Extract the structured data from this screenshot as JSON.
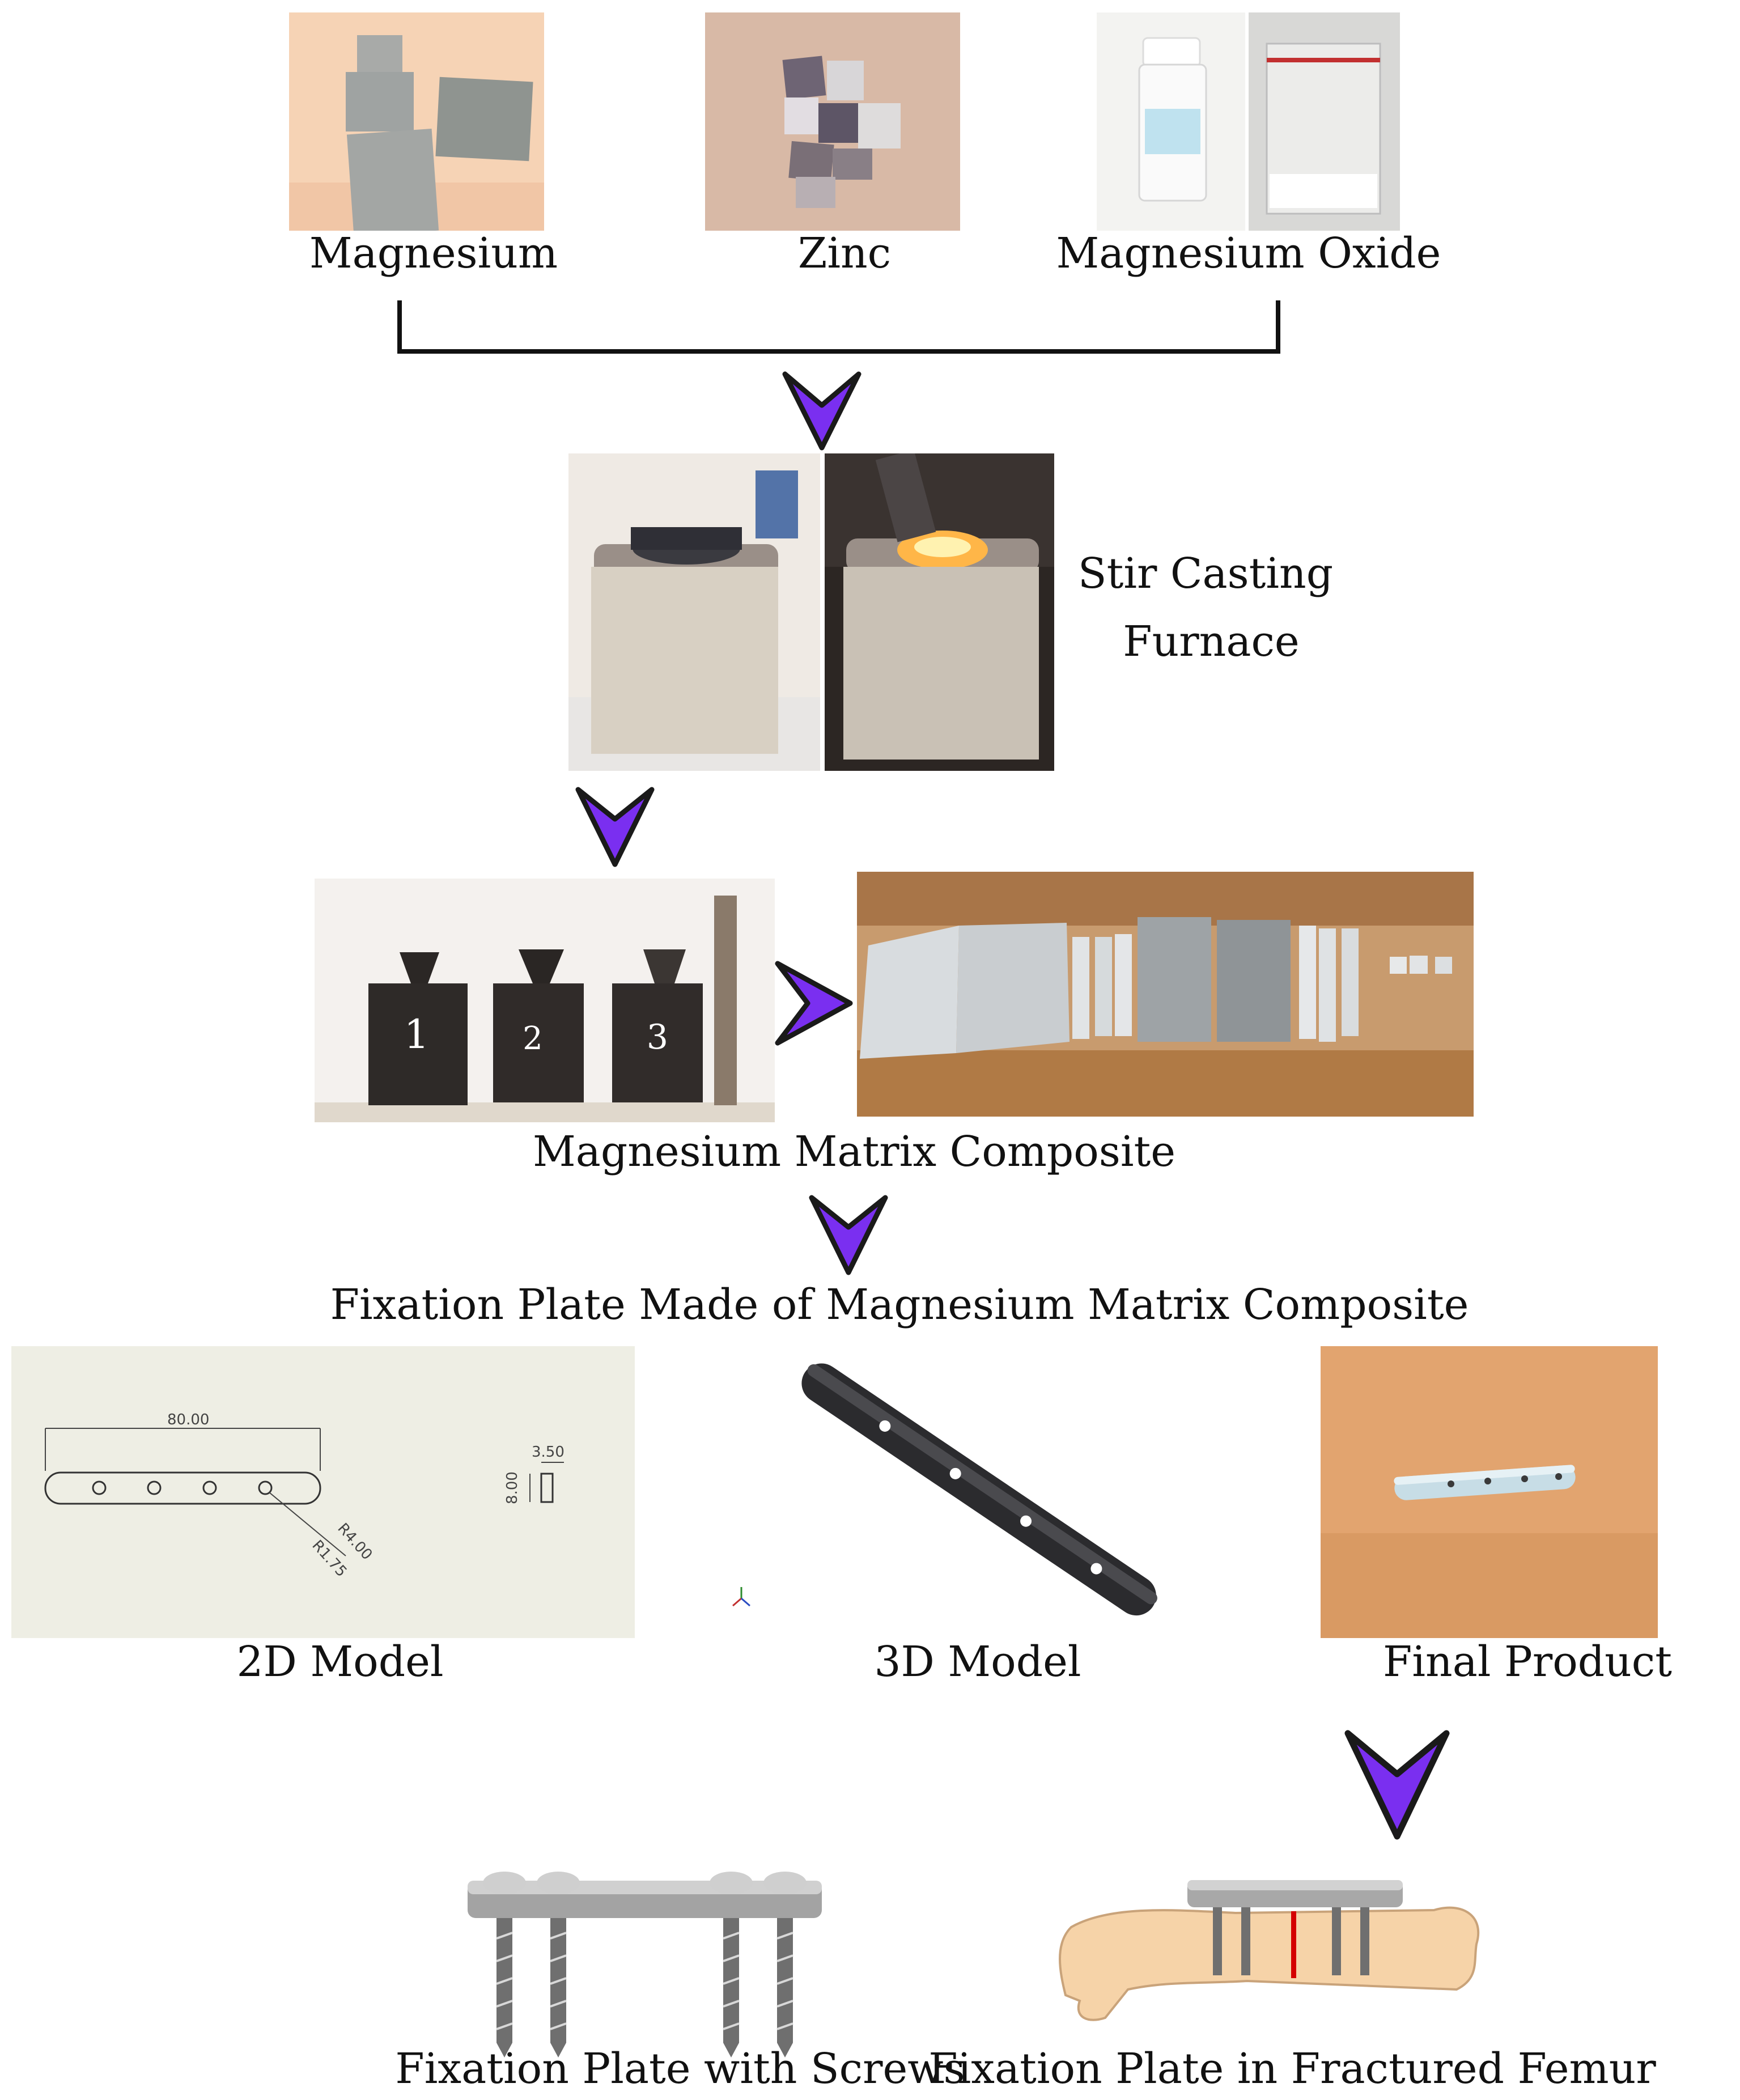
{
  "inputs": {
    "magnesium": "Magnesium",
    "zinc": "Zinc",
    "magnesium_oxide": "Magnesium Oxide"
  },
  "furnace": {
    "line1": "Stir Casting",
    "line2": "Furnace"
  },
  "composite": {
    "label": "Magnesium Matrix Composite",
    "sample_numbers": [
      "1",
      "2",
      "3"
    ]
  },
  "fixation": {
    "title": "Fixation Plate Made of Magnesium Matrix Composite"
  },
  "models": {
    "model_2d": "2D Model",
    "model_3d": "3D Model",
    "final_product": "Final Product",
    "dimensions": {
      "length": "80.00",
      "thickness": "3.50",
      "width": "8.00",
      "outer_radius": "R4.00",
      "hole_radius": "R1.75"
    }
  },
  "application": {
    "with_screws": "Fixation Plate with Screws",
    "in_femur": "Fixation Plate in Fractured Femur"
  },
  "colors": {
    "arrow": "#7a2ff0",
    "arrow_outline": "#1a1a1a",
    "drawing_bg": "#eeeee4",
    "wood": "#e2a46f",
    "fracture": "#d40000"
  }
}
